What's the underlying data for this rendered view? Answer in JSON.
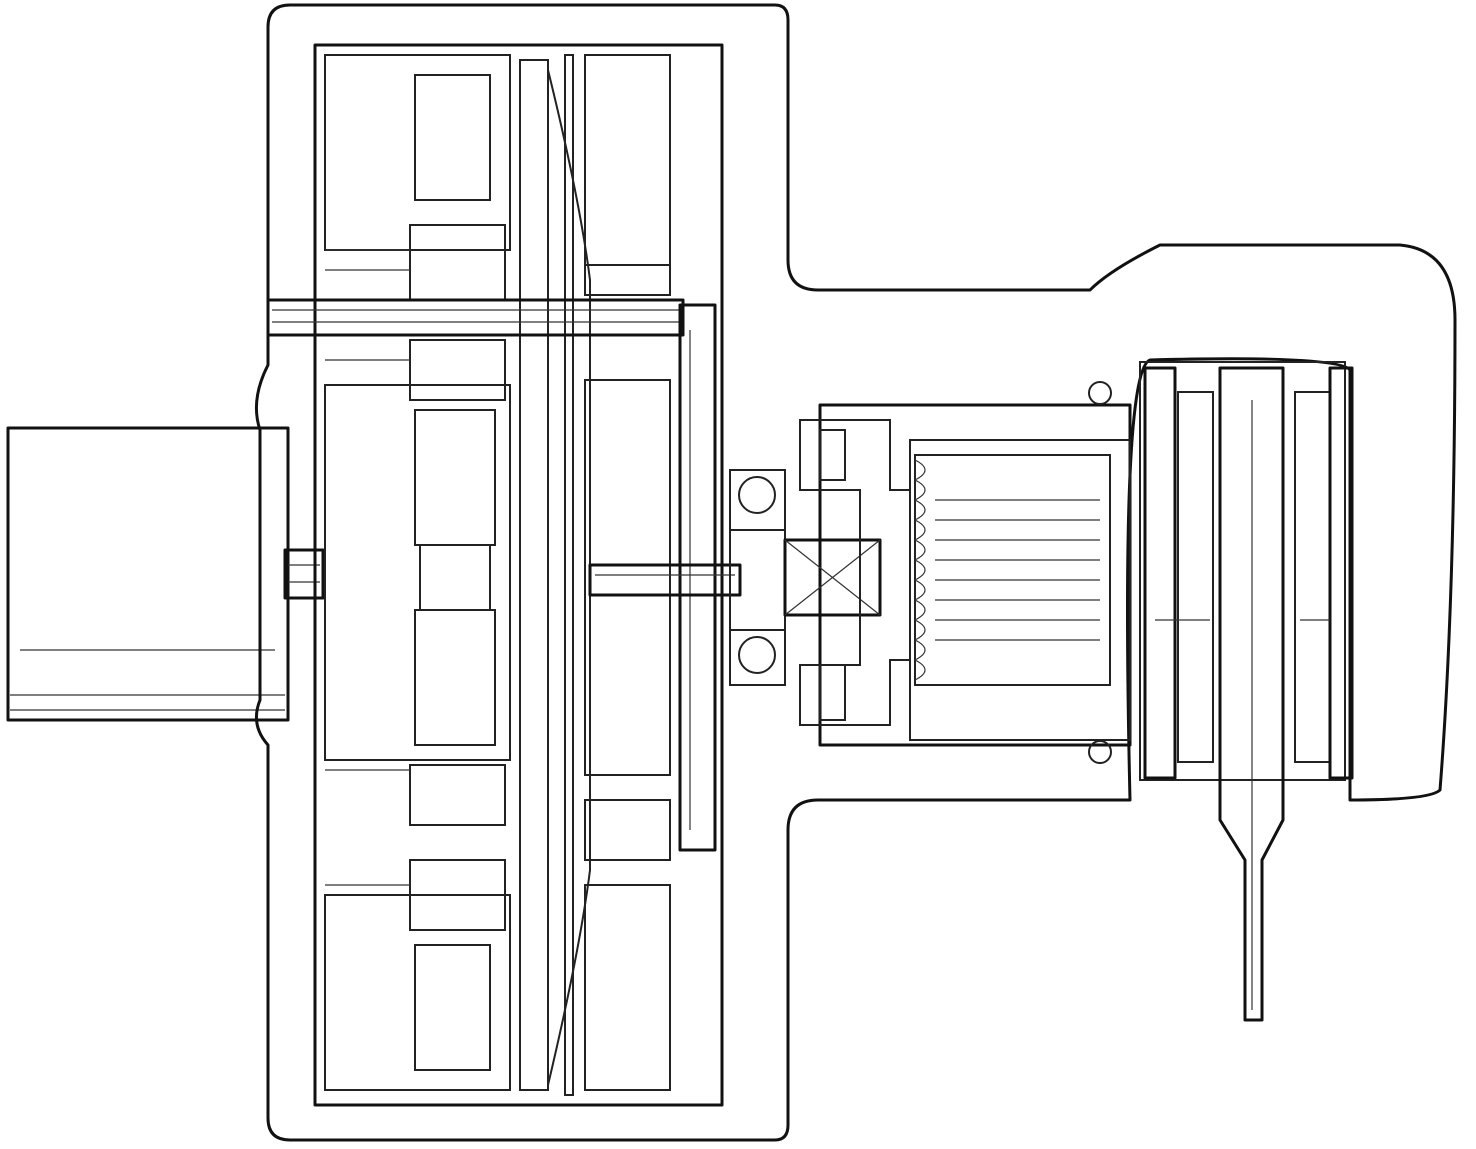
{
  "figure": {
    "kind": "cross-section-engineering-drawing",
    "line_color": "#111111",
    "background": "#ffffff",
    "hatch_patterns": [
      "hatch-45",
      "hatch-neg45",
      "cross-grid"
    ]
  }
}
